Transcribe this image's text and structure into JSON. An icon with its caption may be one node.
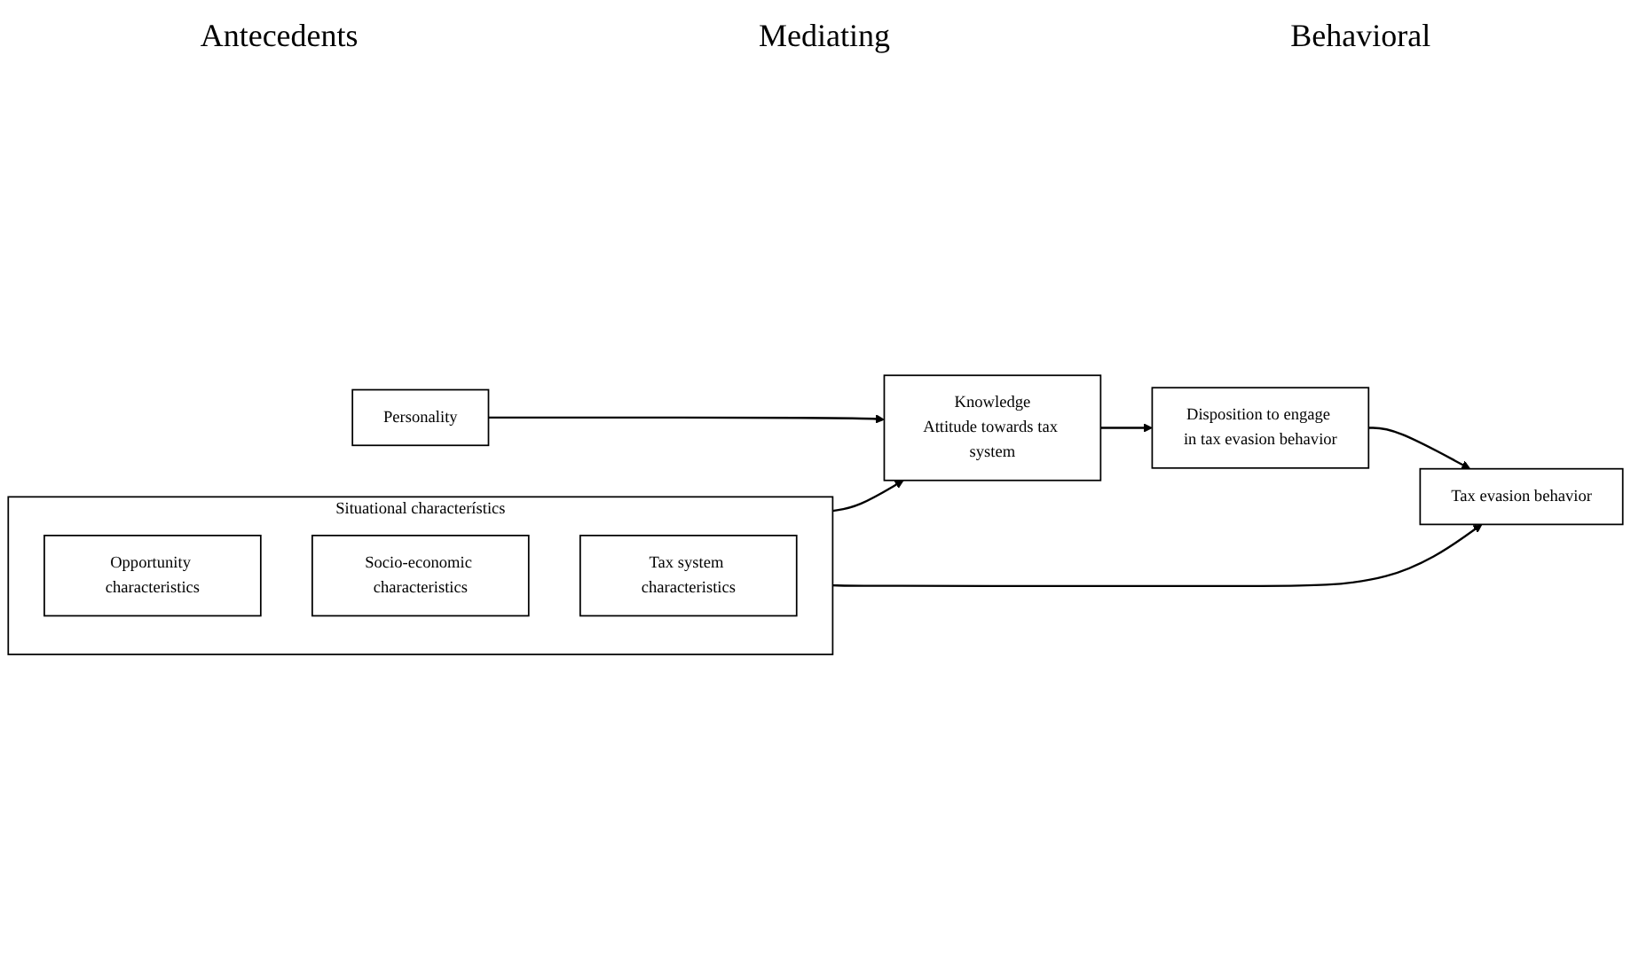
{
  "diagram": {
    "nodes": [
      {
        "text": [
          "Personality"
        ]
      },
      {
        "text": [
          "Situational characterístics"
        ]
      },
      {
        "text": [
          "Opportunity characteristics"
        ],
        "in": 1
      },
      {
        "text": [
          "Socio-economic characteristics"
        ],
        "in": 1
      },
      {
        "text": [
          "Tax system characteristics"
        ],
        "in": 1
      },
      {
        "text": [
          "Knowledge",
          "Attitude towards tax system"
        ]
      },
      {
        "text": [
          "Disposition to engage in tax evasion behavior"
        ]
      },
      {
        "text": [
          "Tax evasion behavior"
        ]
      }
    ],
    "edges": [
      {
        "from": 0,
        "to": 5,
        "arrow": "to"
      },
      {
        "from": 1,
        "to": 5,
        "arrow": "to"
      },
      {
        "from": 5,
        "to": 6,
        "arrow": "to"
      },
      {
        "from": 6,
        "to": 7,
        "arrow": "to"
      },
      {
        "from": 1,
        "to": 7,
        "arrow": "to"
      }
    ],
    "labels": [
      "Antecedents",
      "Mediating",
      "Behavioral"
    ]
  }
}
